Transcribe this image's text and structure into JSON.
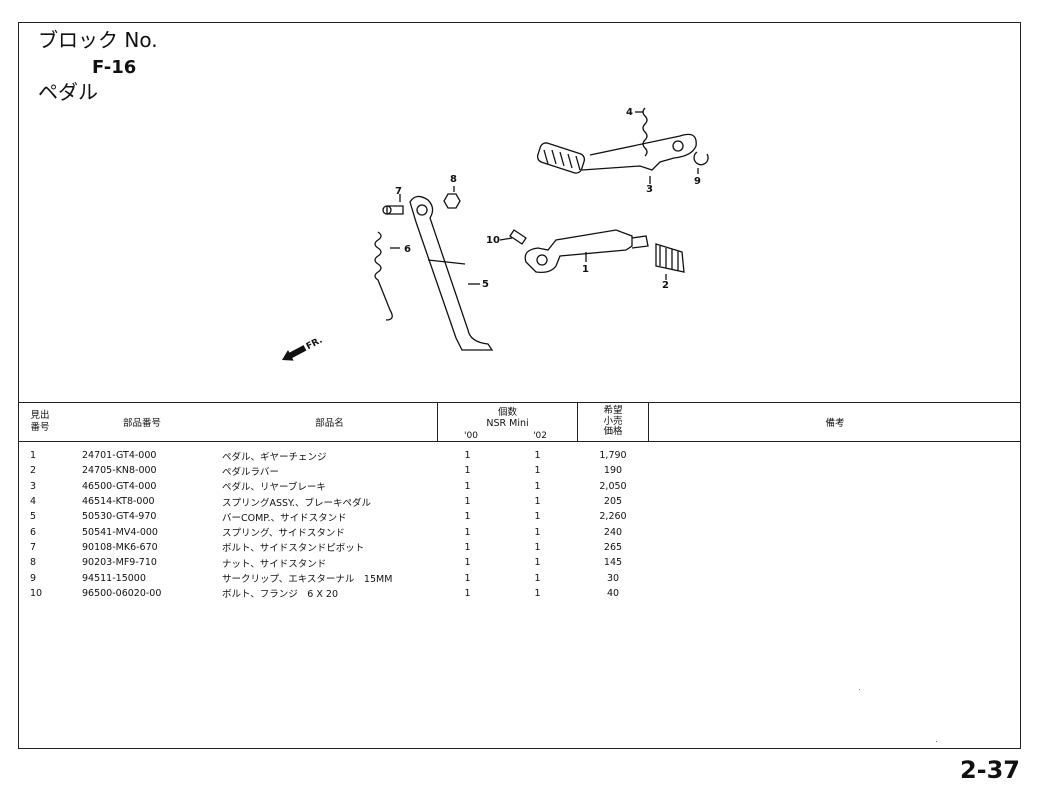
{
  "header": {
    "block_label": "ブロック No.",
    "block_no": "F-16",
    "block_name": "ペダル"
  },
  "diagram": {
    "callouts": [
      "1",
      "2",
      "3",
      "4",
      "5",
      "6",
      "7",
      "8",
      "9",
      "10"
    ],
    "direction_label": "FR."
  },
  "table": {
    "headers": {
      "ref": "見出\n番号",
      "part_no": "部品番号",
      "part_name": "部品名",
      "qty_title": "個数",
      "model": "NSR Mini",
      "year_a": "'00",
      "year_b": "'02",
      "price": "希望\n小売\n価格",
      "remarks": "備考"
    },
    "rows": [
      {
        "ref": "1",
        "part_no": "24701-GT4-000",
        "name": "ペダル、ギヤーチェンジ",
        "qa": "1",
        "qb": "1",
        "price": "1,790"
      },
      {
        "ref": "2",
        "part_no": "24705-KN8-000",
        "name": "ペダルラバー",
        "qa": "1",
        "qb": "1",
        "price": "190"
      },
      {
        "ref": "3",
        "part_no": "46500-GT4-000",
        "name": "ペダル、リヤーブレーキ",
        "qa": "1",
        "qb": "1",
        "price": "2,050"
      },
      {
        "ref": "4",
        "part_no": "46514-KT8-000",
        "name": "スプリングASSY.、ブレーキペダル",
        "qa": "1",
        "qb": "1",
        "price": "205"
      },
      {
        "ref": "5",
        "part_no": "50530-GT4-970",
        "name": "バーCOMP.、サイドスタンド",
        "qa": "1",
        "qb": "1",
        "price": "2,260"
      },
      {
        "ref": "6",
        "part_no": "50541-MV4-000",
        "name": "スプリング、サイドスタンド",
        "qa": "1",
        "qb": "1",
        "price": "240"
      },
      {
        "ref": "7",
        "part_no": "90108-MK6-670",
        "name": "ボルト、サイドスタンドピボット",
        "qa": "1",
        "qb": "1",
        "price": "265"
      },
      {
        "ref": "8",
        "part_no": "90203-MF9-710",
        "name": "ナット、サイドスタンド",
        "qa": "1",
        "qb": "1",
        "price": "145"
      },
      {
        "ref": "9",
        "part_no": "94511-15000",
        "name": "サークリップ、エキスターナル　15MM",
        "qa": "1",
        "qb": "1",
        "price": "30"
      },
      {
        "ref": "10",
        "part_no": "96500-06020-00",
        "name": "ボルト、フランジ　6 X 20",
        "qa": "1",
        "qb": "1",
        "price": "40"
      }
    ]
  },
  "footer": {
    "page_number": "2-37"
  }
}
